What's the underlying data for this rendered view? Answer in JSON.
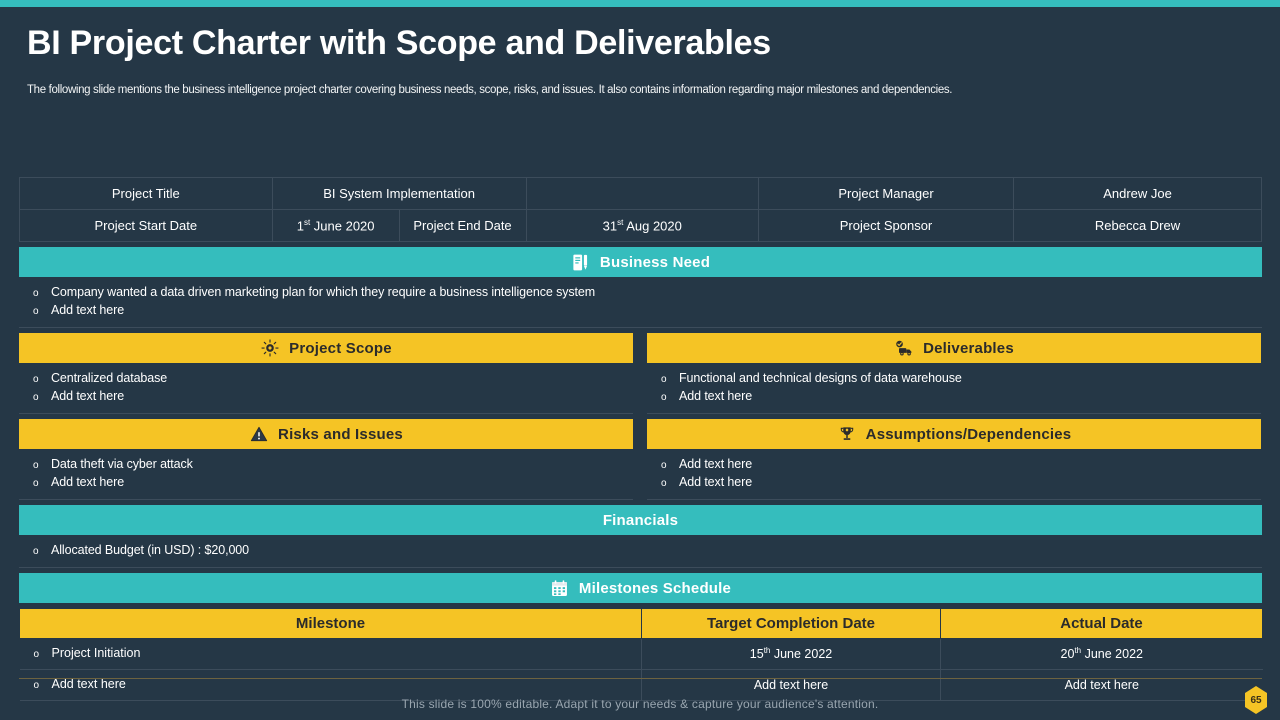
{
  "theme": {
    "background": "#253746",
    "accent_teal": "#35bdbd",
    "accent_yellow": "#f5c425",
    "text_light": "#ffffff",
    "rule": "#3c4c5b"
  },
  "header": {
    "title": "BI Project Charter with Scope and Deliverables",
    "subtitle": "The following slide mentions the business intelligence project charter covering business needs, scope, risks, and issues. It also contains information regarding major milestones and dependencies."
  },
  "info_table": {
    "row1": {
      "label_1": "Project Title",
      "value_1": "BI System Implementation",
      "label_2": "Project Manager",
      "value_2": "Andrew Joe"
    },
    "row2": {
      "label_1": "Project Start Date",
      "value_1_num": "1",
      "value_1_sup": "st",
      "value_1_rest": " June 2020",
      "label_2": "Project End Date",
      "value_2_num": "31",
      "value_2_sup": "st",
      "value_2_rest": " Aug 2020",
      "label_3": "Project Sponsor",
      "value_3": "Rebecca Drew"
    }
  },
  "sections": {
    "business_need": {
      "title": "Business Need",
      "icon": "clipboard-pen-icon",
      "bullets": [
        "Company wanted a data driven marketing plan for which they require a business intelligence system",
        "Add text here"
      ]
    },
    "project_scope": {
      "title": "Project Scope",
      "icon": "sun-gear-icon",
      "bullets": [
        "Centralized database",
        "Add text here"
      ]
    },
    "deliverables": {
      "title": "Deliverables",
      "icon": "delivery-truck-check-icon",
      "bullets": [
        "Functional and technical designs of data warehouse",
        "Add text here"
      ]
    },
    "risks_and_issues": {
      "title": "Risks and Issues",
      "icon": "warning-triangle-icon",
      "bullets": [
        "Data theft via cyber attack",
        "Add text here"
      ]
    },
    "assumptions": {
      "title": "Assumptions/Dependencies",
      "icon": "trophy-icon",
      "bullets": [
        "Add text here",
        "Add text here"
      ]
    },
    "financials": {
      "title": "Financials",
      "bullets": [
        "Allocated Budget (in USD) : $20,000"
      ]
    },
    "milestones": {
      "title": "Milestones Schedule",
      "icon": "calendar-icon",
      "columns": [
        "Milestone",
        "Target Completion Date",
        "Actual Date"
      ],
      "rows": [
        {
          "milestone": "Project Initiation",
          "target_num": "15",
          "target_sup": "th",
          "target_rest": " June 2022",
          "actual_num": "20",
          "actual_sup": "th",
          "actual_rest": " June 2022"
        },
        {
          "milestone": "Add text here",
          "target_plain": "Add text here",
          "actual_plain": "Add text here"
        }
      ]
    }
  },
  "bullet_glyph": "o",
  "footer": {
    "note": "This slide is 100% editable. Adapt it to your needs & capture your audience's attention.",
    "page_number": "65"
  }
}
